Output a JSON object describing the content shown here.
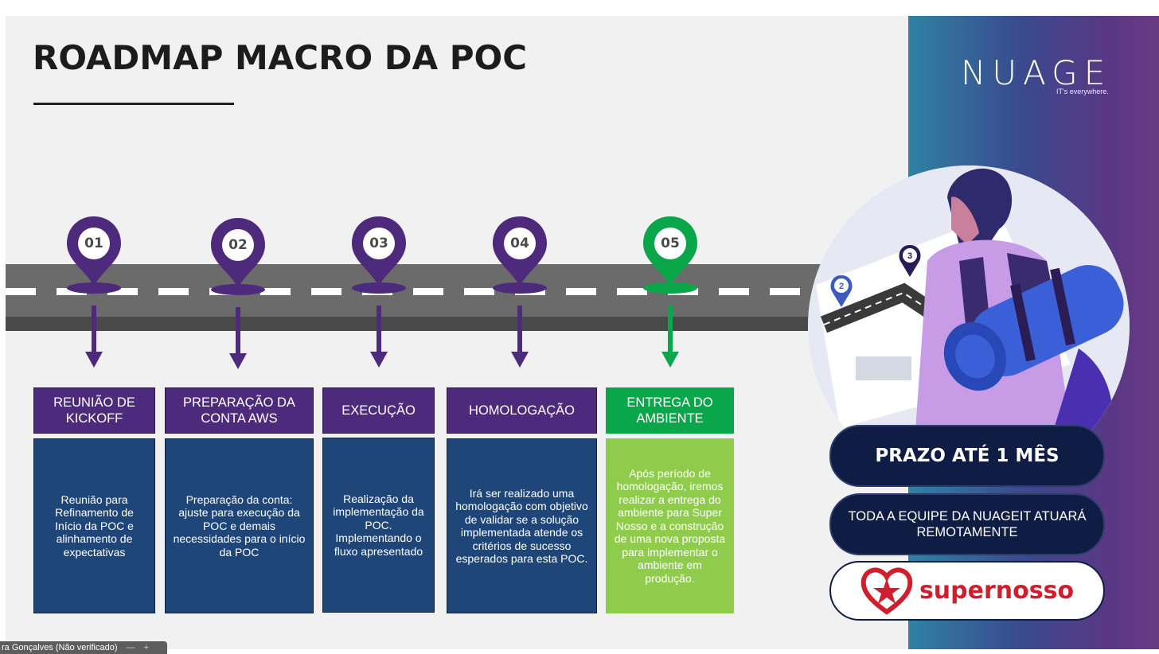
{
  "slide": {
    "title": "ROADMAP MACRO DA POC",
    "logo": {
      "wordmark": "NUAGE",
      "tagline": "IT's everywhere."
    }
  },
  "colors": {
    "purple": "#4d2a7b",
    "navy": "#1f4679",
    "green": "#0aa64a",
    "lime": "#8fcc4c",
    "pill_dark": "#0f1d44"
  },
  "steps": [
    {
      "number": "01",
      "title": "REUNIÃO DE KICKOFF",
      "description": "Reunião para Refinamento de Início da POC e alinhamento de expectativas"
    },
    {
      "number": "02",
      "title": "PREPARAÇÃO DA CONTA AWS",
      "description": "Preparação da conta: ajuste para execução da POC e demais necessidades para o início da POC"
    },
    {
      "number": "03",
      "title": "EXECUÇÃO",
      "description": "Realização da implementação da POC. Implementando o fluxo apresentado"
    },
    {
      "number": "04",
      "title": "HOMOLOGAÇÃO",
      "description": "Irá ser realizado uma homologação com objetivo de validar se a solução implementada atende os critérios de sucesso esperados para esta POC."
    },
    {
      "number": "05",
      "title": "ENTREGA DO AMBIENTE",
      "description": "Após período de homologação, iremos realizar a entrega do ambiente para Super Nosso e a construção de uma nova proposta para implementar o ambiente em produção."
    }
  ],
  "illustration": {
    "map_pins": [
      "2",
      "3"
    ],
    "icon": "traveler-with-map-icon"
  },
  "pills": {
    "deadline": "PRAZO ATÉ 1 MÊS",
    "team": "TODA A EQUIPE DA NUAGEIT ATUARÁ REMOTAMENTE",
    "client_logo": "supernosso"
  },
  "viewer": {
    "name": "ra Gonçalves (Não verificado)",
    "minus": "—",
    "plus": "+"
  }
}
